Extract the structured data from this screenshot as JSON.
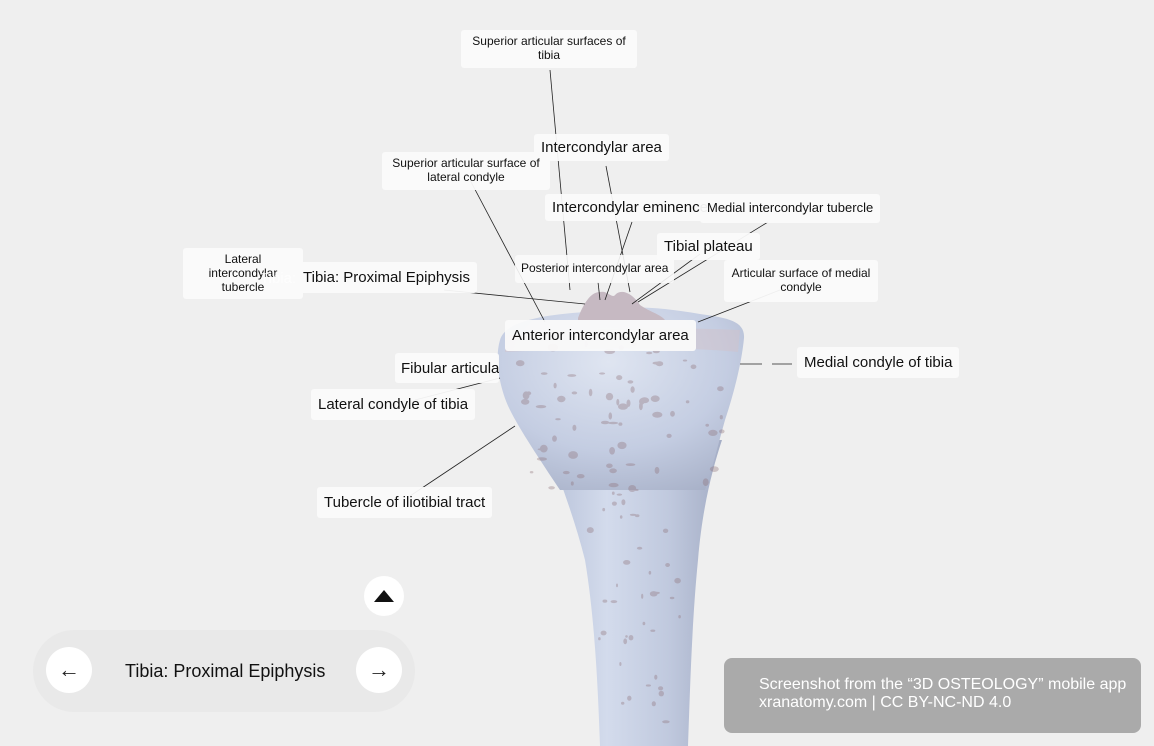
{
  "structure_title": "Tibia: Proximal Epiphysis",
  "labels": {
    "superior_articular_surfaces": "Superior articular surfaces of tibia",
    "intercondylar_area": "Intercondylar area",
    "superior_articular_surface_lateral": "Superior articular surface of lateral condyle",
    "intercondylar_eminence": "Intercondylar eminence",
    "medial_intercondylar_tubercle": "Medial intercondylar tubercle",
    "tibial_plateau": "Tibial plateau",
    "lateral_intercondylar_tubercle": "Lateral intercondylar tubercle",
    "posterior_intercondylar_area": "Posterior intercondylar area",
    "articular_surface_medial": "Articular surface of medial condyle",
    "anterior_intercondylar_area": "Anterior intercondylar area",
    "medial_condyle": "Medial condyle of tibia",
    "fibular_articular": "Fibular articular",
    "lateral_condyle": "Lateral condyle of tibia",
    "tubercle_iliotibial": "Tubercle of iliotibial tract"
  },
  "ghost_prefix": "Tibia:",
  "nav": {
    "title": "Tibia: Proximal Epiphysis",
    "prev_icon": "←",
    "next_icon": "→",
    "collapse_icon": "triangle-up-icon"
  },
  "credit": {
    "line1": "Screenshot from the “3D OSTEOLOGY” mobile app",
    "line2": "xranatomy.com | CC BY-NC-ND 4.0"
  },
  "colors": {
    "background": "#efefef",
    "bone": "#c7d2e6",
    "bone_shadow": "#a9b2c9",
    "bone_spots": "#9a7f84",
    "label_bg": "#fafafa",
    "credit_bg": "#a0a0a0"
  }
}
